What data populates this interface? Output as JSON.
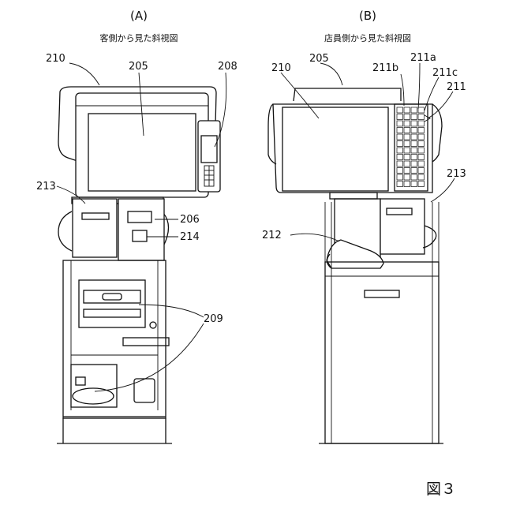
{
  "panel_a": {
    "label": "(A)",
    "caption": "客側から見た斜視図",
    "refs": {
      "r210": "210",
      "r205": "205",
      "r208": "208",
      "r213": "213",
      "r206": "206",
      "r214": "214",
      "r209": "209"
    }
  },
  "panel_b": {
    "label": "(B)",
    "caption": "店員側から見た斜視図",
    "refs": {
      "r205": "205",
      "r210": "210",
      "r211b": "211b",
      "r211a": "211a",
      "r211c": "211c",
      "r211": "211",
      "r213": "213",
      "r212": "212"
    }
  },
  "figure_label": "図３"
}
